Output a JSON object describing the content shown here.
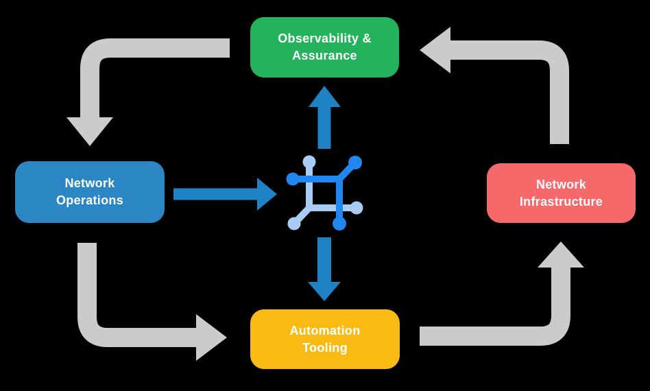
{
  "background": "#000000",
  "text_color": "#FFFFFF",
  "nodes": {
    "observability": {
      "lines": [
        "Observability &",
        "Assurance"
      ],
      "color": "#24B35C"
    },
    "operations": {
      "lines": [
        "Network",
        "Operations"
      ],
      "color": "#2B86C4"
    },
    "infrastructure": {
      "lines": [
        "Network",
        "Infrastructure"
      ],
      "color": "#F5696B"
    },
    "automation": {
      "lines": [
        "Automation",
        "Tooling"
      ],
      "color": "#F9BB13"
    }
  },
  "arrows": {
    "gray_color": "#CBCBCB",
    "blue_color": "#1F82C5"
  },
  "center_icon": {
    "name": "network-mesh-icon",
    "primary_color": "#2187F0",
    "secondary_color": "#A9CCF5"
  }
}
